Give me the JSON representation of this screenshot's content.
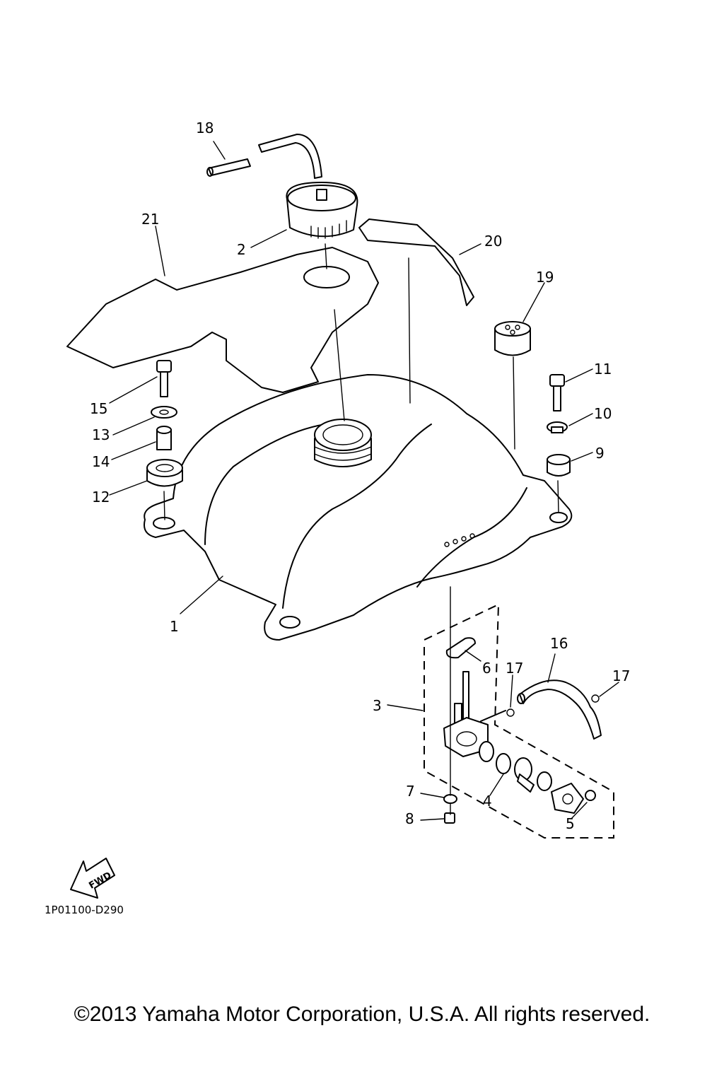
{
  "diagram": {
    "part_labels": [
      "1",
      "2",
      "3",
      "4",
      "5",
      "6",
      "7",
      "8",
      "9",
      "10",
      "11",
      "12",
      "13",
      "14",
      "15",
      "16",
      "17",
      "17",
      "18",
      "19",
      "20",
      "21"
    ],
    "direction_badge": "FWD",
    "drawing_code": "1P01100-D290"
  },
  "footer": {
    "copyright": "©2013 Yamaha Motor Corporation, U.S.A. All rights reserved."
  }
}
